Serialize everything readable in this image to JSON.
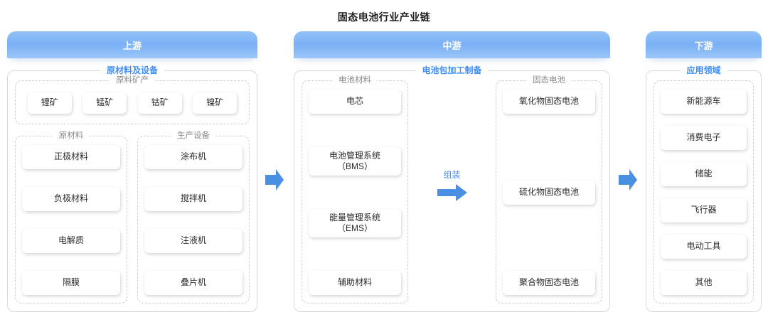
{
  "title": "固态电池行业产业链",
  "accent_color": "#3e8ef7",
  "arrow_color": "#4a90e2",
  "header_color": "#ffffff",
  "stages": {
    "upstream": {
      "header": "上游",
      "group": "原材料及设备",
      "minerals": {
        "legend": "原料矿产",
        "items": [
          "锂矿",
          "锰矿",
          "钴矿",
          "镍矿"
        ]
      },
      "raw_materials": {
        "legend": "原材料",
        "items": [
          "正极材料",
          "负极材料",
          "电解质",
          "隔膜"
        ]
      },
      "equipment": {
        "legend": "生产设备",
        "items": [
          "涂布机",
          "搅拌机",
          "注液机",
          "叠片机"
        ]
      }
    },
    "midstream": {
      "header": "中游",
      "group": "电池包加工制备",
      "battery_materials": {
        "legend": "电池材料",
        "items": [
          "电芯",
          "电池管理系统\n（BMS）",
          "能量管理系统\n（EMS）",
          "辅助材料"
        ]
      },
      "connector_label": "组装",
      "solid_state_batteries": {
        "legend": "固态电池",
        "items": [
          "氧化物固态电池",
          "硫化物固态电池",
          "聚合物固态电池"
        ]
      }
    },
    "downstream": {
      "header": "下游",
      "group": "应用领域",
      "applications": {
        "items": [
          "新能源车",
          "消费电子",
          "储能",
          "飞行器",
          "电动工具",
          "其他"
        ]
      }
    }
  },
  "arrows": {
    "upstream_to_midstream": "arrow-right-icon",
    "midstream_to_downstream": "arrow-right-icon",
    "assembly": "arrow-right-icon"
  }
}
